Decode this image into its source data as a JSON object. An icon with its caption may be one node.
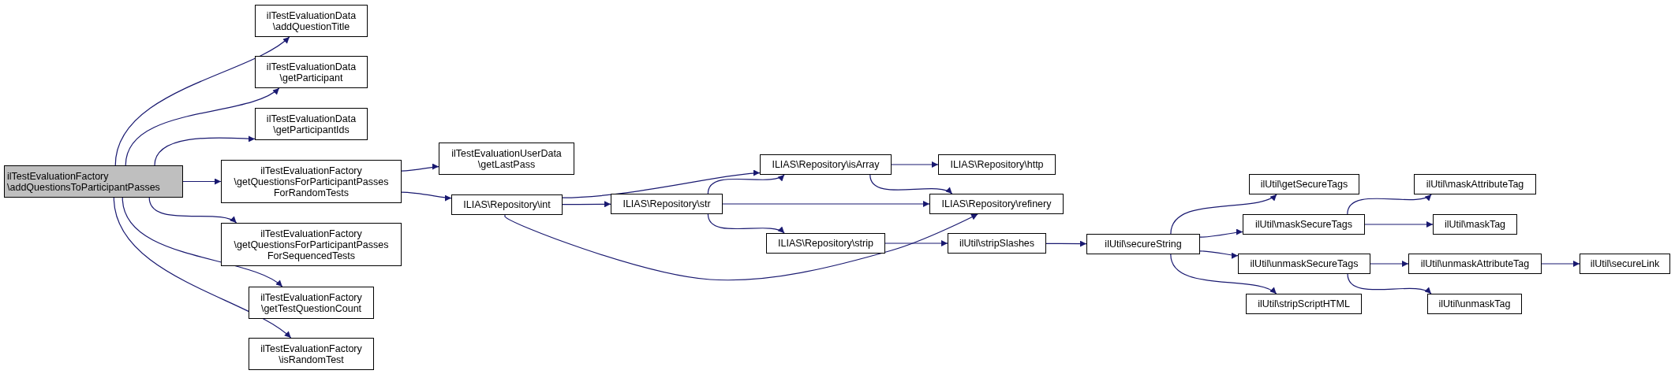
{
  "diagram": {
    "nodes": [
      {
        "text": [
          "ilTestEvaluationFactory \\addQuestionsToParticipantPasses"
        ]
      },
      {
        "text": [
          "ilTestEvaluationData \\addQuestionTitle"
        ]
      },
      {
        "text": [
          "ilTestEvaluationData \\getParticipant"
        ]
      },
      {
        "text": [
          "ilTestEvaluationData \\getParticipantIds"
        ]
      },
      {
        "text": [
          "ilTestEvaluationFactory \\getQuestionsForParticipantPasses ForRandomTests"
        ]
      },
      {
        "text": [
          "ilTestEvaluationFactory \\getQuestionsForParticipantPasses ForSequencedTests"
        ]
      },
      {
        "text": [
          "ilTestEvaluationFactory \\getTestQuestionCount"
        ]
      },
      {
        "text": [
          "ilTestEvaluationFactory \\isRandomTest"
        ]
      },
      {
        "text": [
          "ilTestEvaluationUserData \\getLastPass"
        ]
      },
      {
        "text": [
          "ILIAS\\Repository\\int"
        ]
      },
      {
        "text": [
          "ILIAS\\Repository\\isArray"
        ]
      },
      {
        "text": [
          "ILIAS\\Repository\\str"
        ]
      },
      {
        "text": [
          "ILIAS\\Repository\\http"
        ]
      },
      {
        "text": [
          "ILIAS\\Repository\\refinery"
        ]
      },
      {
        "text": [
          "ILIAS\\Repository\\strip"
        ]
      },
      {
        "text": [
          "ilUtil\\stripSlashes"
        ]
      },
      {
        "text": [
          "ilUtil\\secureString"
        ]
      },
      {
        "text": [
          "ilUtil\\getSecureTags"
        ]
      },
      {
        "text": [
          "ilUtil\\maskSecureTags"
        ]
      },
      {
        "text": [
          "ilUtil\\unmaskSecureTags"
        ]
      },
      {
        "text": [
          "ilUtil\\stripScriptHTML"
        ]
      },
      {
        "text": [
          "ilUtil\\maskAttributeTag"
        ]
      },
      {
        "text": [
          "ilUtil\\maskTag"
        ]
      },
      {
        "text": [
          "ilUtil\\unmaskAttributeTag"
        ]
      },
      {
        "text": [
          "ilUtil\\unmaskTag"
        ]
      },
      {
        "text": [
          "ilUtil\\secureLink"
        ]
      }
    ],
    "edges": [
      {
        "from": 0,
        "to": 1,
        "arrow": "to"
      },
      {
        "from": 0,
        "to": 2,
        "arrow": "to"
      },
      {
        "from": 0,
        "to": 3,
        "arrow": "to"
      },
      {
        "from": 0,
        "to": 4,
        "arrow": "to"
      },
      {
        "from": 0,
        "to": 5,
        "arrow": "to"
      },
      {
        "from": 0,
        "to": 6,
        "arrow": "to"
      },
      {
        "from": 0,
        "to": 7,
        "arrow": "to"
      },
      {
        "from": 4,
        "to": 8,
        "arrow": "to"
      },
      {
        "from": 4,
        "to": 9,
        "arrow": "to"
      },
      {
        "from": 9,
        "to": 10,
        "arrow": "to"
      },
      {
        "from": 9,
        "to": 11,
        "arrow": "to"
      },
      {
        "from": 9,
        "to": 13,
        "arrow": "to"
      },
      {
        "from": 10,
        "to": 12,
        "arrow": "to"
      },
      {
        "from": 10,
        "to": 13,
        "arrow": "to"
      },
      {
        "from": 11,
        "to": 10,
        "arrow": "to"
      },
      {
        "from": 11,
        "to": 13,
        "arrow": "to"
      },
      {
        "from": 11,
        "to": 14,
        "arrow": "to"
      },
      {
        "from": 14,
        "to": 15,
        "arrow": "to"
      },
      {
        "from": 15,
        "to": 16,
        "arrow": "to"
      },
      {
        "from": 16,
        "to": 17,
        "arrow": "to"
      },
      {
        "from": 16,
        "to": 18,
        "arrow": "to"
      },
      {
        "from": 16,
        "to": 19,
        "arrow": "to"
      },
      {
        "from": 16,
        "to": 20,
        "arrow": "to"
      },
      {
        "from": 18,
        "to": 21,
        "arrow": "to"
      },
      {
        "from": 18,
        "to": 22,
        "arrow": "to"
      },
      {
        "from": 19,
        "to": 23,
        "arrow": "to"
      },
      {
        "from": 19,
        "to": 24,
        "arrow": "to"
      },
      {
        "from": 23,
        "to": 25,
        "arrow": "to"
      }
    ]
  }
}
